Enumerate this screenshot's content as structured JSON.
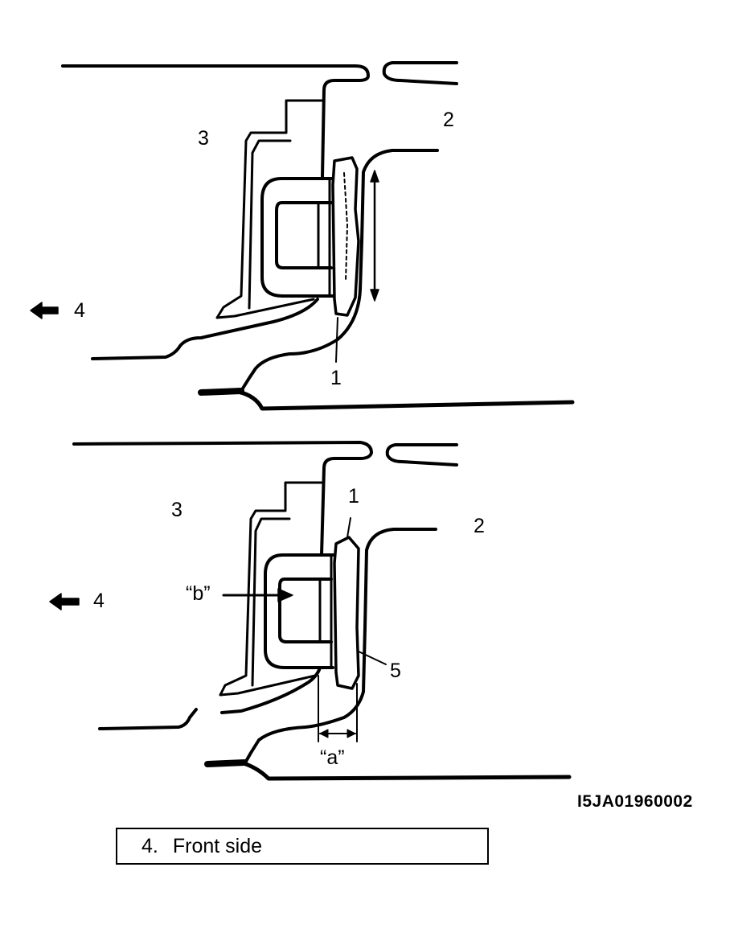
{
  "diagrams": {
    "top": {
      "labels": {
        "part_1": "1",
        "part_2": "2",
        "part_3": "3",
        "part_4": "4"
      }
    },
    "bottom": {
      "labels": {
        "part_1": "1",
        "part_2": "2",
        "part_3": "3",
        "part_4": "4",
        "part_5": "5",
        "dim_a": "“a”",
        "dim_b": "“b”"
      }
    }
  },
  "figure_id": "I5JA01960002",
  "legend": {
    "number": "4.",
    "text": "Front side"
  }
}
